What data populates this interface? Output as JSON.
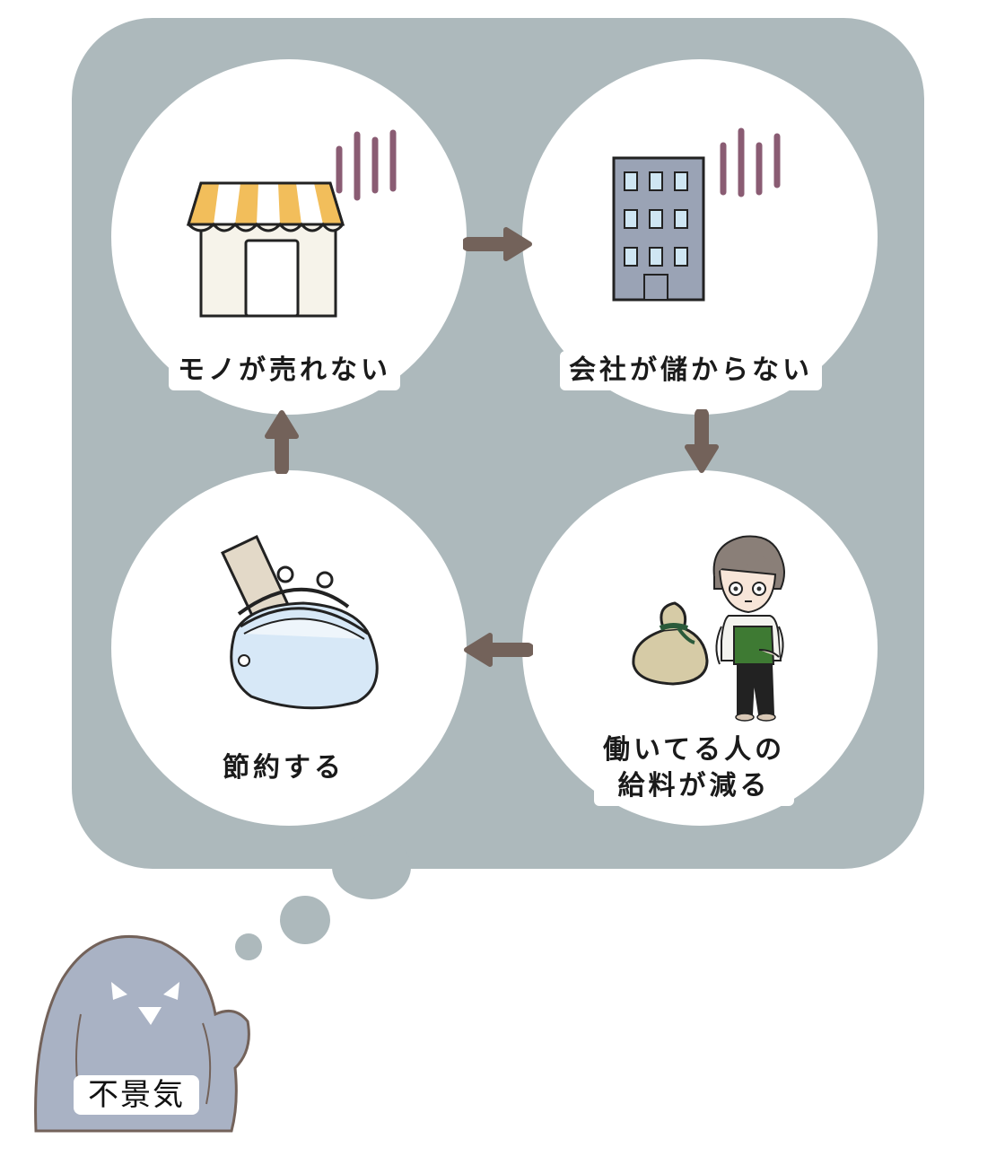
{
  "diagram": {
    "nodes": [
      {
        "id": "sell",
        "label": "モノが売れない"
      },
      {
        "id": "company",
        "label": "会社が儲からない"
      },
      {
        "id": "salary",
        "label_lines": [
          "働いてる人の",
          "給料が減る"
        ]
      },
      {
        "id": "save",
        "label": "節約する"
      }
    ],
    "character": {
      "label": "不景気"
    }
  },
  "colors": {
    "panel": "#adb9bc",
    "arrow": "#73625a",
    "signal": "#8a5c73",
    "awning": "#f2be5b",
    "character": "#a9b2c4"
  }
}
